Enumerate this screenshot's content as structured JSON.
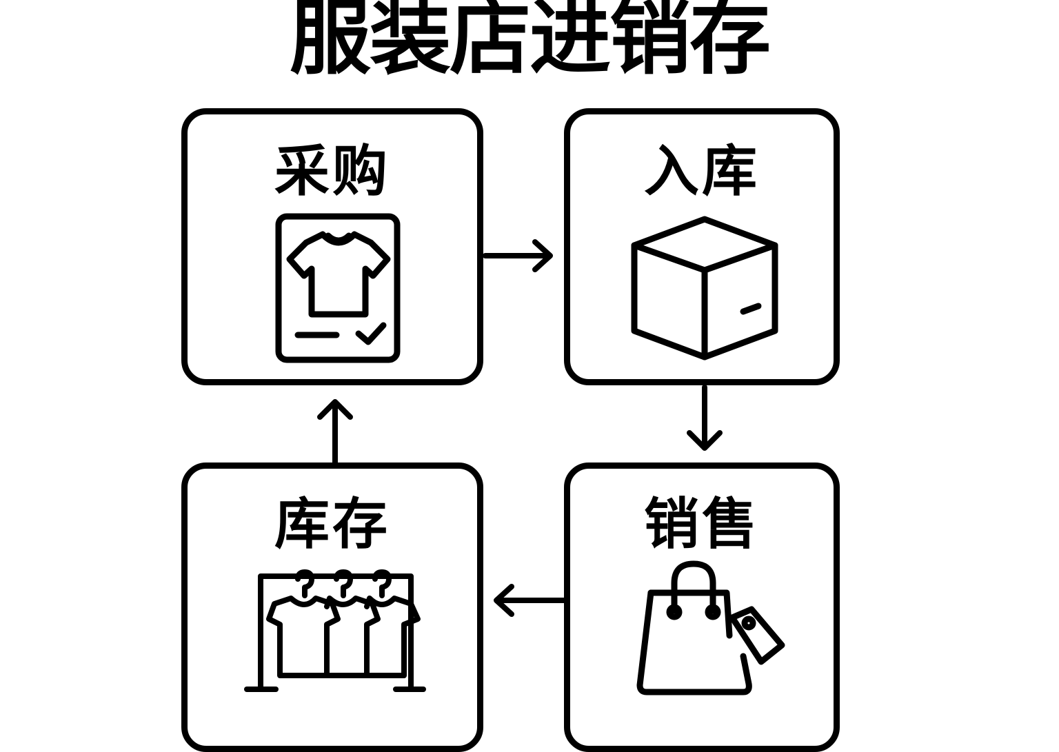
{
  "title": "服装店进销存",
  "steps": [
    {
      "id": "purchase",
      "label": "采购",
      "icon": "clothing-order-icon"
    },
    {
      "id": "stockin",
      "label": "入库",
      "icon": "box-icon"
    },
    {
      "id": "sales",
      "label": "销售",
      "icon": "shopping-bag-icon"
    },
    {
      "id": "inventory",
      "label": "库存",
      "icon": "clothes-rack-icon"
    }
  ],
  "flow": [
    {
      "from": "purchase",
      "to": "stockin"
    },
    {
      "from": "stockin",
      "to": "sales"
    },
    {
      "from": "sales",
      "to": "inventory"
    },
    {
      "from": "inventory",
      "to": "purchase"
    }
  ],
  "colors": {
    "stroke": "#000000",
    "background": "#ffffff"
  }
}
